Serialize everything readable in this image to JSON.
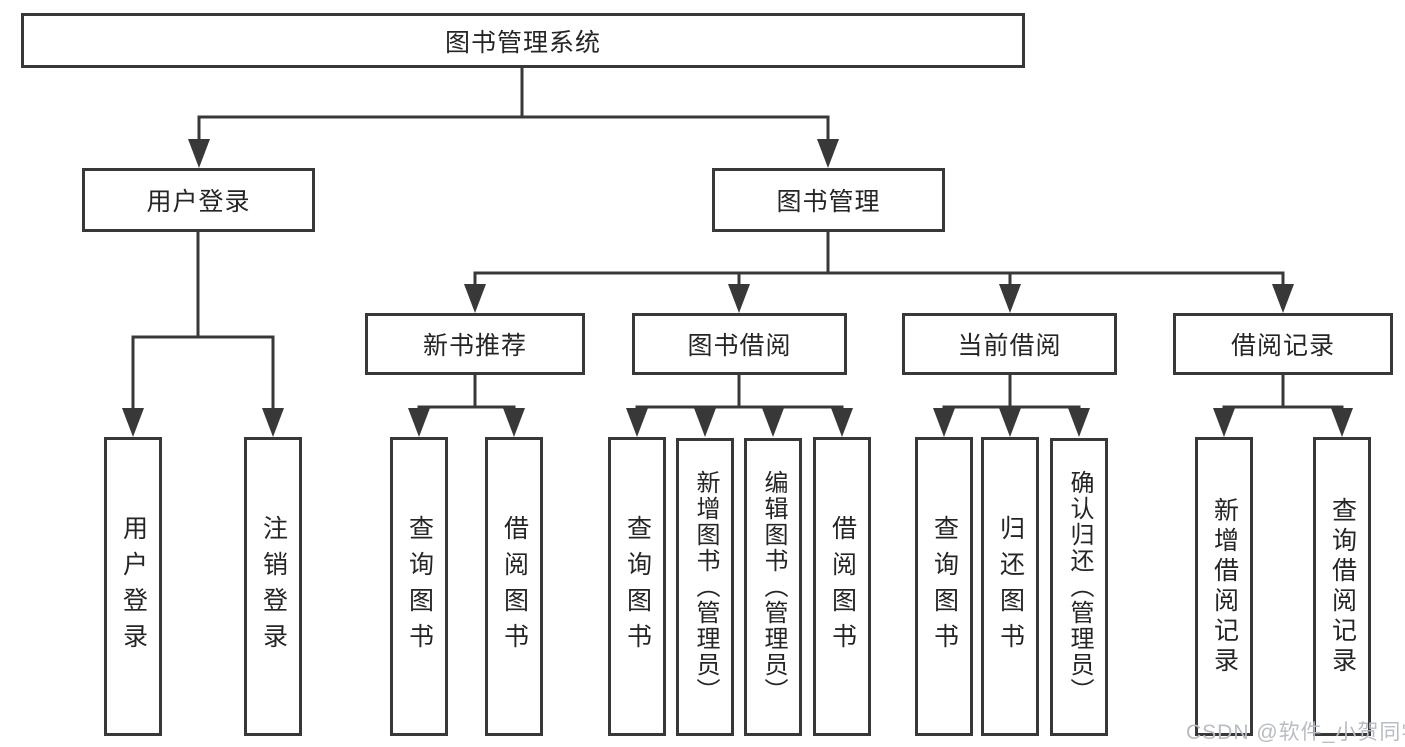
{
  "nodes": {
    "root": "图书管理系统",
    "user_login": "用户登录",
    "book_management": "图书管理",
    "new_book_recommend": "新书推荐",
    "book_borrow": "图书借阅",
    "current_borrow": "当前借阅",
    "borrow_records": "借阅记录",
    "ul_user_login": "用户登录",
    "ul_logout": "注销登录",
    "nbr_query_books": "查询图书",
    "nbr_borrow_books": "借阅图书",
    "bb_query_books": "查询图书",
    "bb_add_books": "新增图书（管理员）",
    "bb_edit_books": "编辑图书（管理员）",
    "bb_borrow_books": "借阅图书",
    "cb_query_books": "查询图书",
    "cb_return_books": "归还图书",
    "cb_confirm_return": "确认归还（管理员）",
    "br_add_record": "新增借阅记录",
    "br_query_record": "查询借阅记录"
  },
  "watermark": "CSDN @软件_小贺同学",
  "colors": {
    "line": "#383838",
    "text": "#252525",
    "watermark": "#b8bcc3",
    "background": "#ffffff"
  }
}
